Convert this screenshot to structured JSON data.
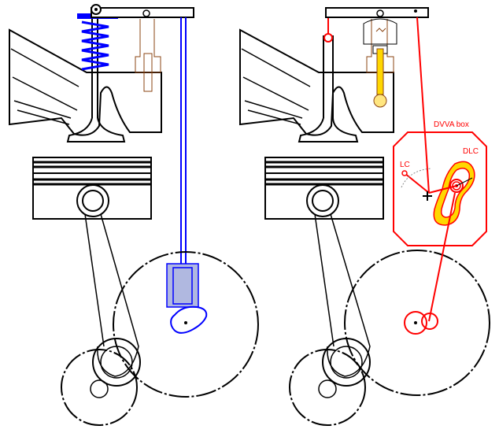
{
  "labels": {
    "dvva_box": "DVVA box",
    "dlc": "DLC",
    "lc": "LC"
  },
  "colors": {
    "outline": "#000000",
    "conventional_valvetrain": "#0000ff",
    "dvva_mechanism": "#ff0000",
    "hydraulic_piston": "#ffd700",
    "lash_adjuster_body": "#8b4513",
    "cam_box_fill": "#b0b8e0"
  }
}
